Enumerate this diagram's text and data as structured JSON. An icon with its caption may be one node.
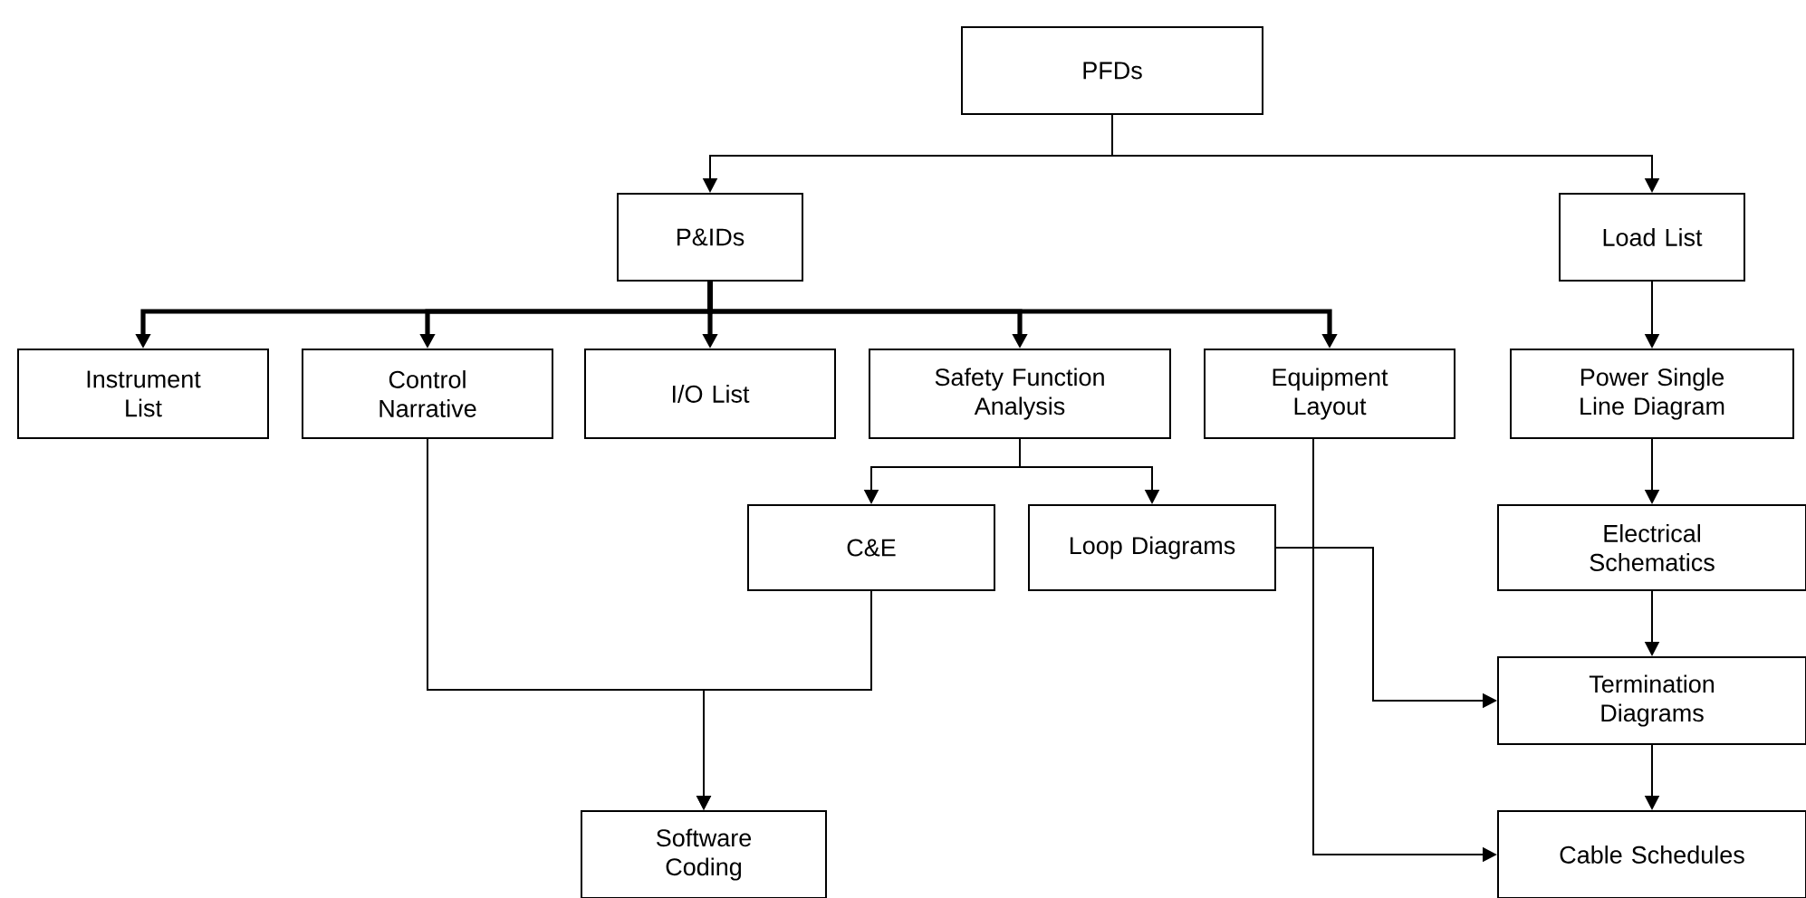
{
  "diagram": {
    "nodes": [
      {
        "text": [
          "PFDs"
        ]
      },
      {
        "text": [
          "P&IDs"
        ]
      },
      {
        "text": [
          "Load List"
        ]
      },
      {
        "text": [
          "Instrument List"
        ]
      },
      {
        "text": [
          "Control Narrative"
        ]
      },
      {
        "text": [
          "I/O List"
        ]
      },
      {
        "text": [
          "Safety Function Analysis"
        ]
      },
      {
        "text": [
          "Equipment Layout"
        ]
      },
      {
        "text": [
          "Power Single Line Diagram"
        ]
      },
      {
        "text": [
          "C&E"
        ]
      },
      {
        "text": [
          "Loop Diagrams"
        ]
      },
      {
        "text": [
          "Electrical Schematics"
        ]
      },
      {
        "text": [
          "Termination Diagrams"
        ]
      },
      {
        "text": [
          "Software Coding"
        ]
      },
      {
        "text": [
          "Cable Schedules"
        ]
      }
    ],
    "edges": [
      {
        "from": 0,
        "to": 1,
        "arrow": "to"
      },
      {
        "from": 0,
        "to": 2,
        "arrow": "to"
      },
      {
        "from": 1,
        "to": 3,
        "arrow": "to",
        "style": "thick"
      },
      {
        "from": 1,
        "to": 4,
        "arrow": "to",
        "style": "thick"
      },
      {
        "from": 1,
        "to": 5,
        "arrow": "to",
        "style": "thick"
      },
      {
        "from": 1,
        "to": 6,
        "arrow": "to",
        "style": "thick"
      },
      {
        "from": 1,
        "to": 7,
        "arrow": "to",
        "style": "thick"
      },
      {
        "from": 2,
        "to": 8,
        "arrow": "to"
      },
      {
        "from": 6,
        "to": 9,
        "arrow": "to"
      },
      {
        "from": 6,
        "to": 10,
        "arrow": "to"
      },
      {
        "from": 4,
        "to": 13,
        "arrow": "to"
      },
      {
        "from": 9,
        "to": 13,
        "arrow": "to"
      },
      {
        "from": 7,
        "to": 14,
        "arrow": "to"
      },
      {
        "from": 10,
        "to": 12,
        "arrow": "to"
      },
      {
        "from": 8,
        "to": 11,
        "arrow": "to"
      },
      {
        "from": 11,
        "to": 12,
        "arrow": "to"
      },
      {
        "from": 12,
        "to": 14,
        "arrow": "to"
      }
    ]
  }
}
